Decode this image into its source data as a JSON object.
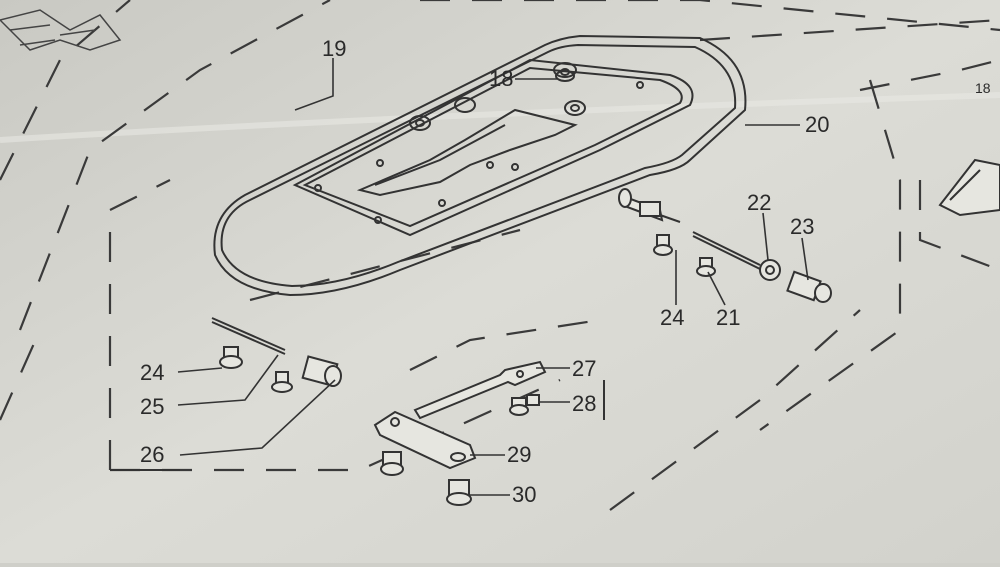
{
  "diagram": {
    "paper_color": "#d9d9d3",
    "ink_color": "#333333",
    "callouts": {
      "p18a": "18",
      "p18b": "18",
      "p19": "19",
      "p20": "20",
      "p21": "21",
      "p22": "22",
      "p23": "23",
      "p24a": "24",
      "p24b": "24",
      "p25": "25",
      "p26": "26",
      "p27": "27",
      "p28": "28",
      "p29": "29",
      "p30": "30"
    }
  }
}
